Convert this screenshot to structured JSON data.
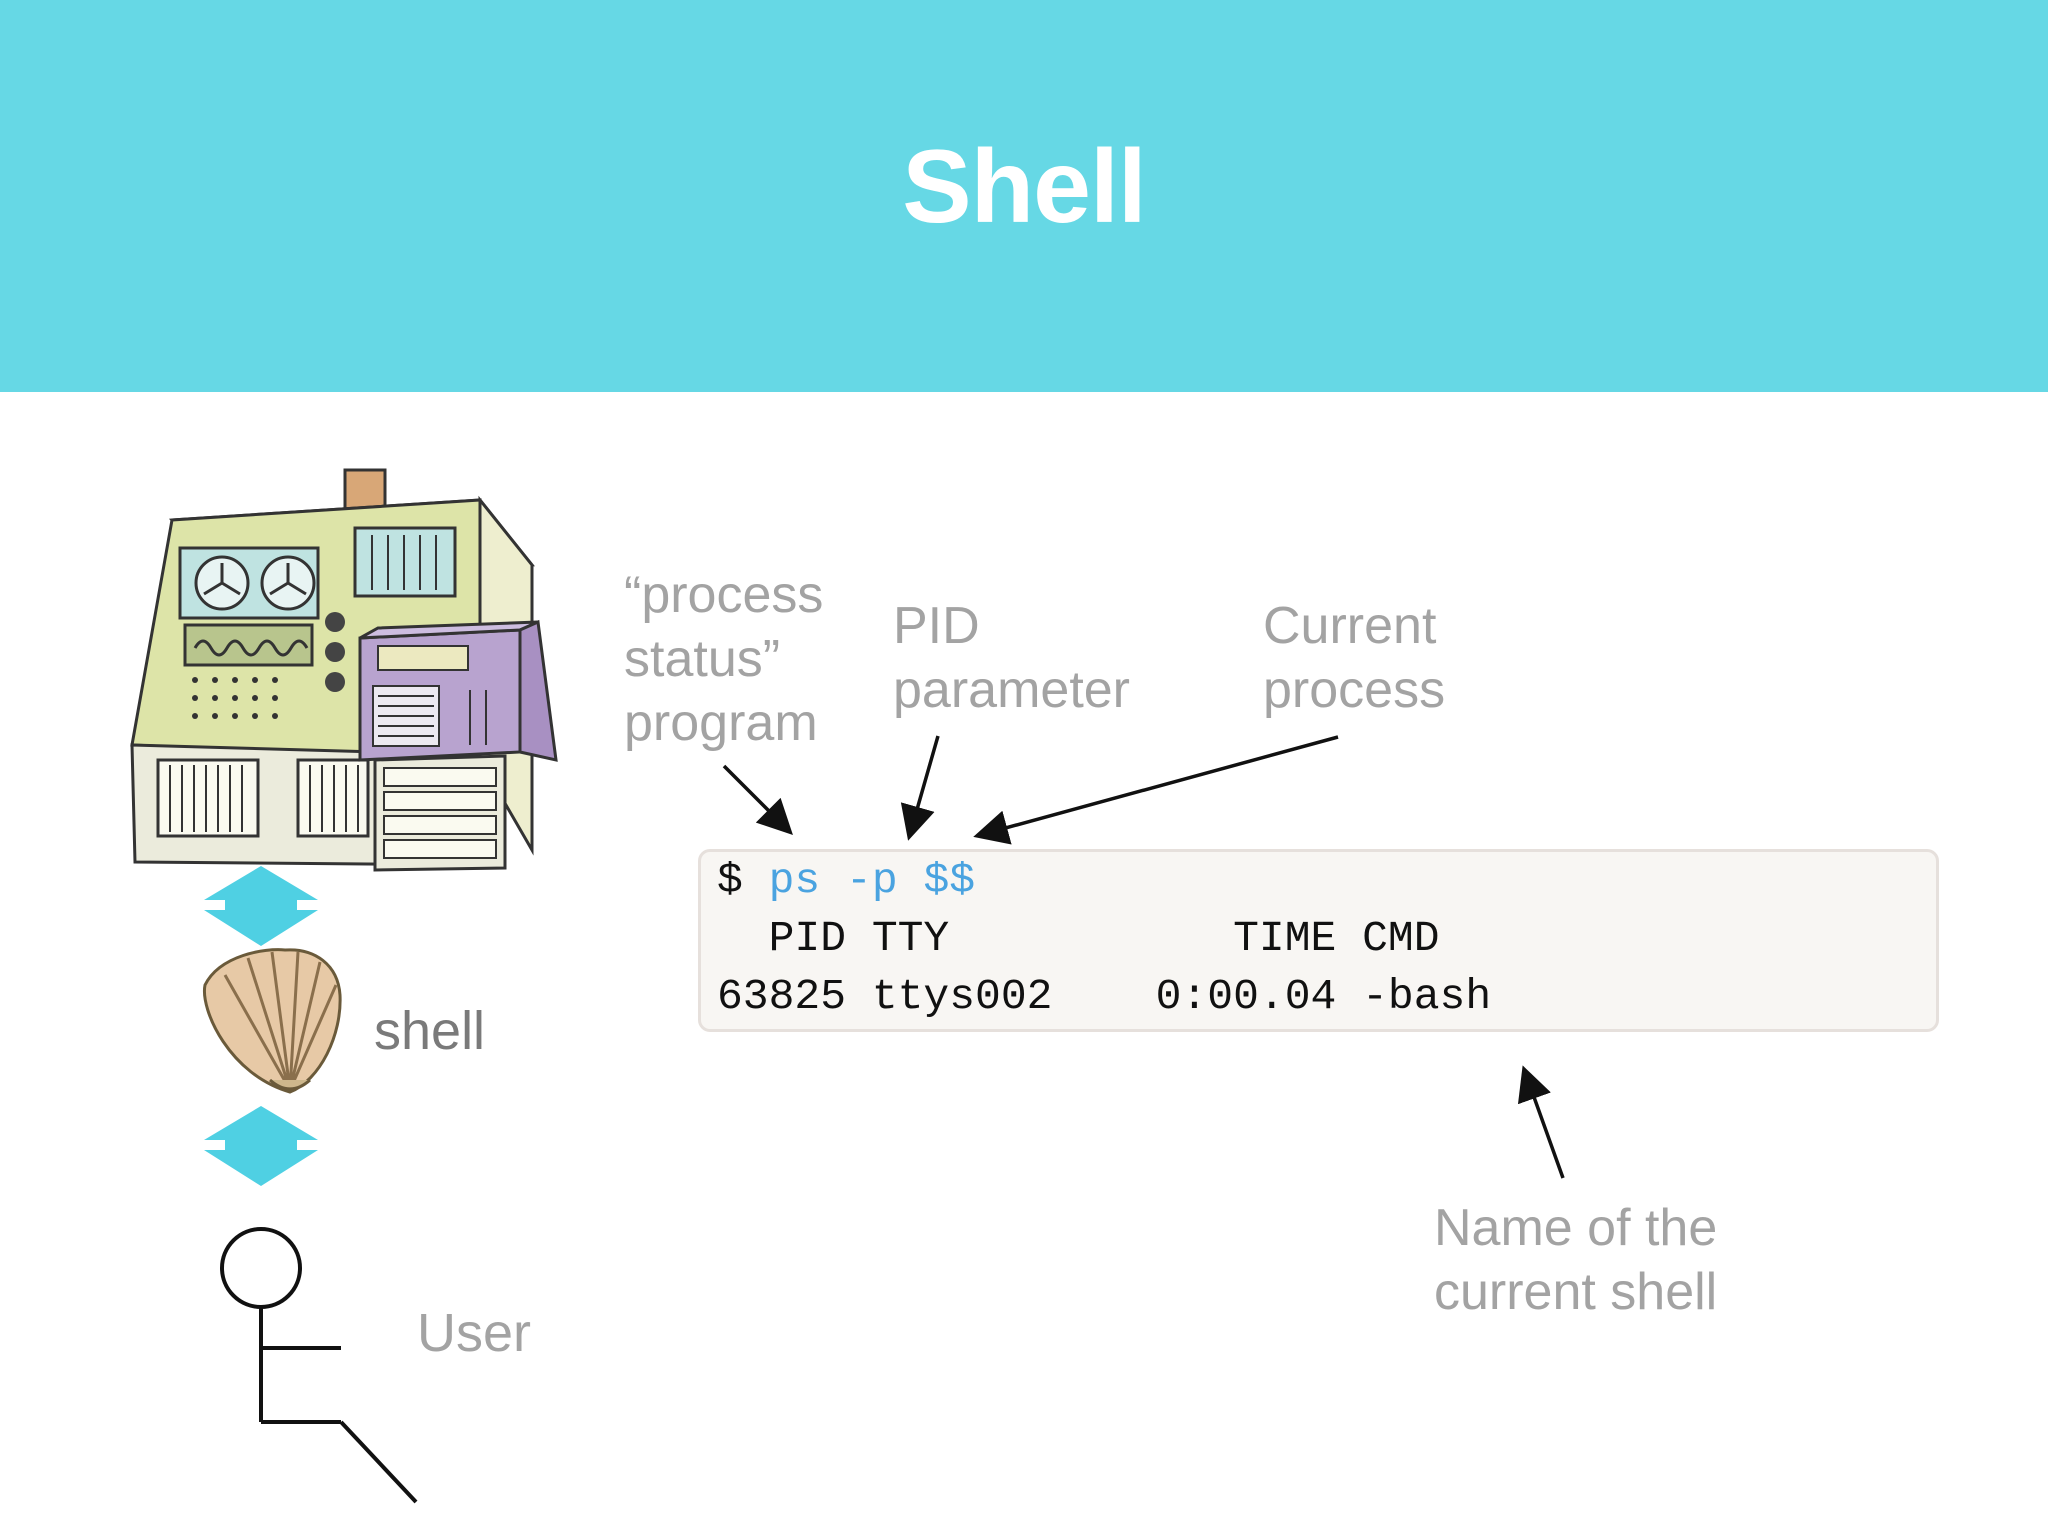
{
  "slide": {
    "title": "Shell",
    "colors": {
      "header": "#66d8e5",
      "command": "#4aa3e0",
      "annotation": "#a3a3a3"
    }
  },
  "stack": {
    "computer_icon": "computer-machine-illustration",
    "shell_icon": "seashell-icon",
    "user_icon": "stick-figure-icon",
    "shell_label": "shell",
    "user_label": "User"
  },
  "annotations": {
    "process_status": "“process\nstatus”\nprogram",
    "pid_parameter": "PID\nparameter",
    "current_process": "Current\nprocess",
    "shell_name": "Name of the\ncurrent shell"
  },
  "terminal": {
    "prompt": "$",
    "command": "ps",
    "flag": "-p",
    "argument": "$$",
    "header_row": "  PID TTY           TIME CMD",
    "data_row": "63825 ttys002    0:00.04 -bash"
  }
}
